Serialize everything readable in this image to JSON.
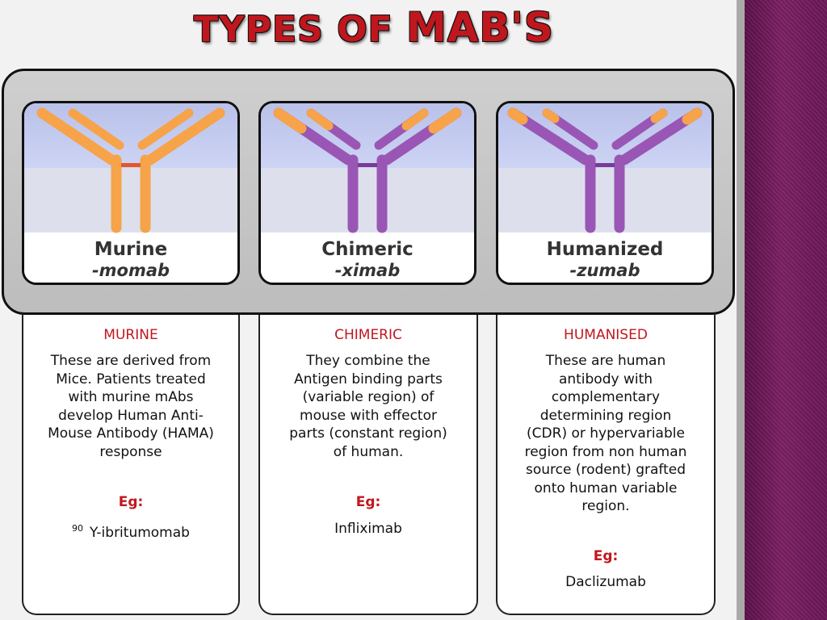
{
  "title": {
    "part1": "TYPES OF ",
    "part2": "MAB'S"
  },
  "cards": [
    {
      "name": "Murine",
      "suffix": "-momab"
    },
    {
      "name": "Chimeric",
      "suffix": "-ximab"
    },
    {
      "name": "Humanized",
      "suffix": "-zumab"
    }
  ],
  "columns": [
    {
      "heading": "MURINE",
      "description": [
        "These are derived from",
        "Mice. Patients treated",
        "with murine mAbs",
        "develop Human Anti-",
        "Mouse Antibody (HAMA)",
        "response"
      ],
      "eg_label": "Eg:",
      "example_sup": "90",
      "example": "Y-ibritumomab"
    },
    {
      "heading": "CHIMERIC",
      "description": [
        "They combine the",
        "Antigen binding parts",
        "(variable region) of",
        "mouse with effector",
        "parts (constant region)",
        "of human."
      ],
      "eg_label": "Eg:",
      "example": "Infliximab"
    },
    {
      "heading": "HUMANISED",
      "description": [
        "These are human",
        "antibody with",
        "complementary",
        "determining region",
        "(CDR) or hypervariable",
        "region from non human",
        "source (rodent) grafted",
        "onto human variable",
        "region."
      ],
      "eg_label": "Eg:",
      "example": "Daclizumab"
    }
  ],
  "colors": {
    "title": "#c0171e",
    "mouse_part": "#f6a34a",
    "human_part": "#9a56b5",
    "accent_strip": "#6a1655"
  }
}
